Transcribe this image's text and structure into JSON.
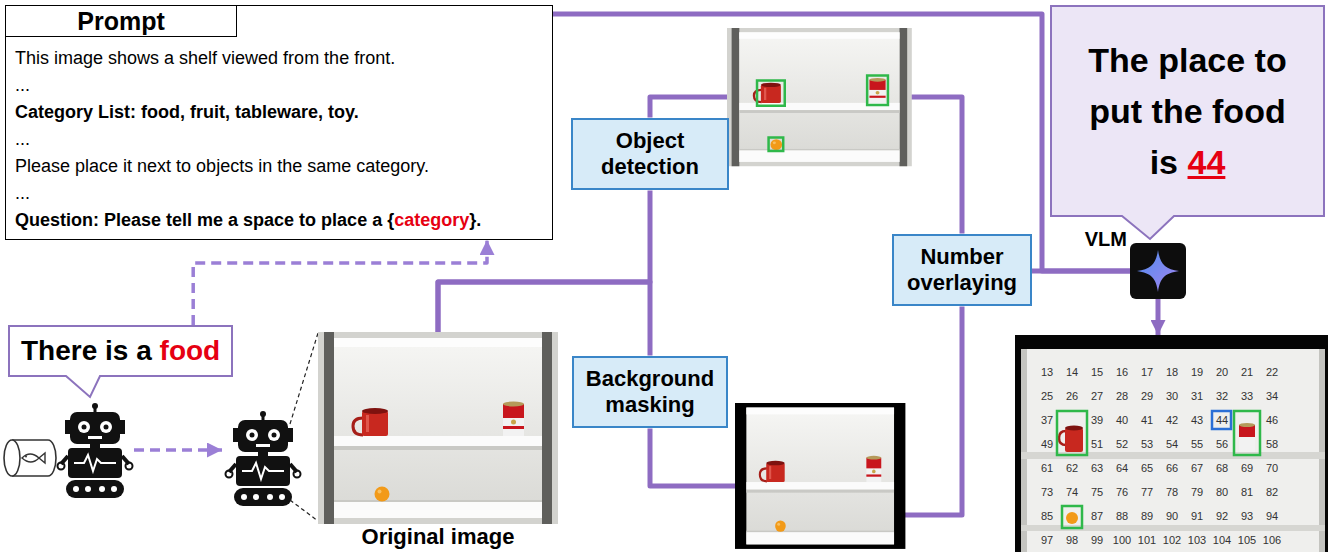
{
  "diagram": {
    "nodes": [
      {
        "text": [
          "Prompt",
          "This image shows a shelf viewed from the front.",
          "...",
          "Category List: food, fruit, tableware, toy.",
          "...",
          "Please place it next to objects in the same category.",
          "...",
          "Question: Please tell me a space to place a",
          "{",
          "category",
          "}."
        ]
      },
      {
        "text": [
          "There is a",
          "food"
        ]
      },
      {
        "text": [
          "Original image"
        ]
      },
      {
        "text": [
          "Object detection"
        ]
      },
      {
        "text": [
          "Background masking"
        ]
      },
      {
        "text": [
          "Number overlaying"
        ]
      },
      {
        "text": [
          "VLM"
        ]
      },
      {
        "text": [
          "The place to put the food is",
          "44"
        ]
      },
      {
        "text": [
          "13",
          "14",
          "15",
          "16",
          "17",
          "18",
          "19",
          "20",
          "21",
          "22",
          "25",
          "26",
          "27",
          "28",
          "29",
          "30",
          "31",
          "32",
          "33",
          "34",
          "37",
          "39",
          "40",
          "41",
          "42",
          "43",
          "44",
          "46",
          "49",
          "51",
          "52",
          "53",
          "54",
          "55",
          "56",
          "58",
          "61",
          "62",
          "63",
          "64",
          "65",
          "66",
          "67",
          "68",
          "69",
          "70",
          "73",
          "74",
          "75",
          "76",
          "77",
          "78",
          "79",
          "80",
          "81",
          "82",
          "85",
          "87",
          "88",
          "89",
          "90",
          "91",
          "92",
          "93",
          "94",
          "97",
          "98",
          "99",
          "100",
          "101",
          "102",
          "103",
          "104",
          "105",
          "106"
        ]
      }
    ],
    "edges": [
      {
        "from": 1,
        "to": 0,
        "arrow": "to"
      },
      {
        "from": 2,
        "to": 3,
        "arrow": "none"
      },
      {
        "from": 2,
        "to": 4,
        "arrow": "none"
      },
      {
        "from": 3,
        "to": 5,
        "arrow": "none"
      },
      {
        "from": 4,
        "to": 5,
        "arrow": "none"
      },
      {
        "from": 5,
        "to": 6,
        "arrow": "none"
      },
      {
        "from": 0,
        "to": 6,
        "arrow": "none"
      },
      {
        "from": 6,
        "to": 8,
        "arrow": "to"
      }
    ]
  }
}
